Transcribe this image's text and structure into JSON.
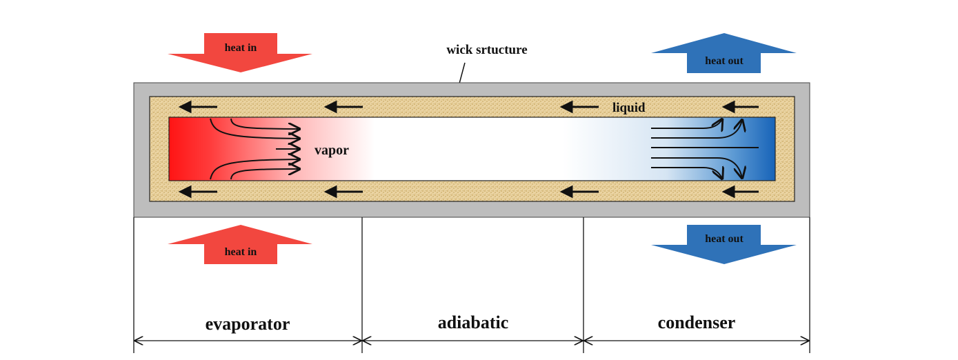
{
  "labels": {
    "wick": "wick srtucture",
    "liquid": "liquid",
    "vapor": "vapor"
  },
  "heat_arrows": {
    "top_left": "heat in",
    "top_right": "heat out",
    "bottom_left": "heat in",
    "bottom_right": "heat out"
  },
  "sections": {
    "evaporator": "evaporator",
    "adiabatic": "adiabatic",
    "condenser": "condenser"
  },
  "colors": {
    "heat_in": "#f2473f",
    "heat_out": "#2f72b8",
    "pipe_wall": "#bdbdbd",
    "wick": "#e8cf9a",
    "vapor_hot": "#ff1a1a",
    "vapor_cold": "#1f6fc0"
  }
}
